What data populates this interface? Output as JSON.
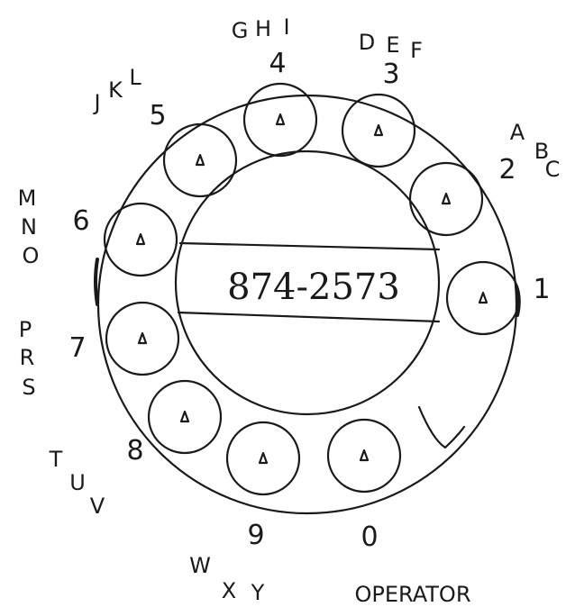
{
  "phone_number": "874-2573",
  "holes": [
    {
      "digit": "1",
      "letters": []
    },
    {
      "digit": "2",
      "letters": [
        "A",
        "B",
        "C"
      ]
    },
    {
      "digit": "3",
      "letters": [
        "D",
        "E",
        "F"
      ]
    },
    {
      "digit": "4",
      "letters": [
        "G",
        "H",
        "I"
      ]
    },
    {
      "digit": "5",
      "letters": [
        "J",
        "K",
        "L"
      ]
    },
    {
      "digit": "6",
      "letters": [
        "M",
        "N",
        "O"
      ]
    },
    {
      "digit": "7",
      "letters": [
        "P",
        "R",
        "S"
      ]
    },
    {
      "digit": "8",
      "letters": [
        "T",
        "U",
        "V"
      ]
    },
    {
      "digit": "9",
      "letters": [
        "W",
        "X",
        "Y"
      ]
    },
    {
      "digit": "0",
      "letters": [],
      "label": "OPERATOR"
    }
  ]
}
